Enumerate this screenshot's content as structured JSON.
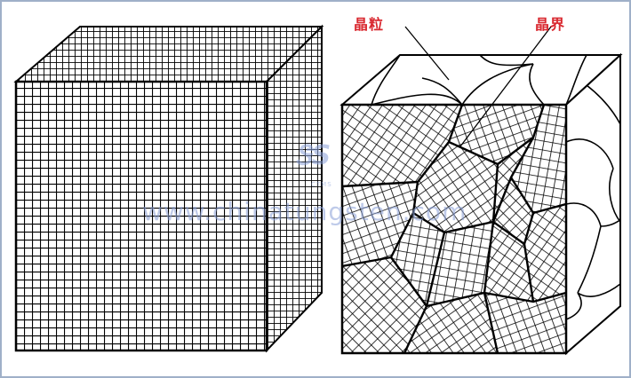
{
  "labels": {
    "grain": "晶粒",
    "grain_boundary": "晶界"
  },
  "watermark": {
    "logo": "ᏕS",
    "logo_sub": "CTMS",
    "text": "www.chinatungsten.com"
  },
  "colors": {
    "line": "#000000",
    "label": "#d9282f",
    "watermark": "#8aa0d8",
    "frame": "#9fb0c8"
  }
}
